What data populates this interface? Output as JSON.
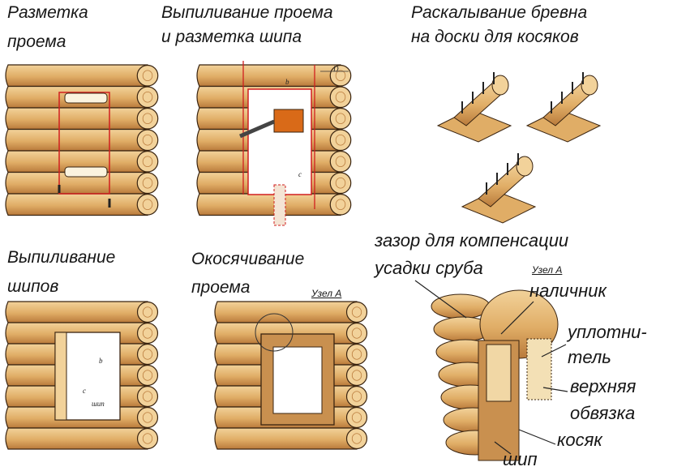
{
  "panels": {
    "marking": {
      "title_line1": "Разметка",
      "title_line2": "проема"
    },
    "cutting_marking": {
      "title_line1": "Выпиливание проема",
      "title_line2": "и разметка шипа",
      "dim_d": "D",
      "dim_b": "b",
      "dim_c": "c"
    },
    "splitting": {
      "title_line1": "Раскалывание бревна",
      "title_line2": "на доски для  косяков"
    },
    "tenons": {
      "title_line1": "Выпиливание",
      "title_line2": "шипов",
      "dim_b": "b",
      "dim_c": "c",
      "tenon_tag": "шип"
    },
    "framing": {
      "title_line1": "Окосячивание",
      "title_line2": "проема",
      "node_tag": "Узел А"
    },
    "detail": {
      "gap_line1": "зазор для компенсации",
      "gap_line2": "усадки сруба",
      "node_tag": "Узел А",
      "trim": "наличник",
      "sealant_line1": "уплотни-",
      "sealant_line2": "тель",
      "top_plate_line1": "верхняя",
      "top_plate_line2": "обвязка",
      "jamb": "косяк",
      "tenon": "шип"
    }
  },
  "colors": {
    "log_light": "#f2d29a",
    "log_mid": "#e0ad66",
    "log_dark": "#b97a3b",
    "outline": "#3a2410",
    "mark_red": "#d11f1f",
    "frame": "#c9904f"
  }
}
